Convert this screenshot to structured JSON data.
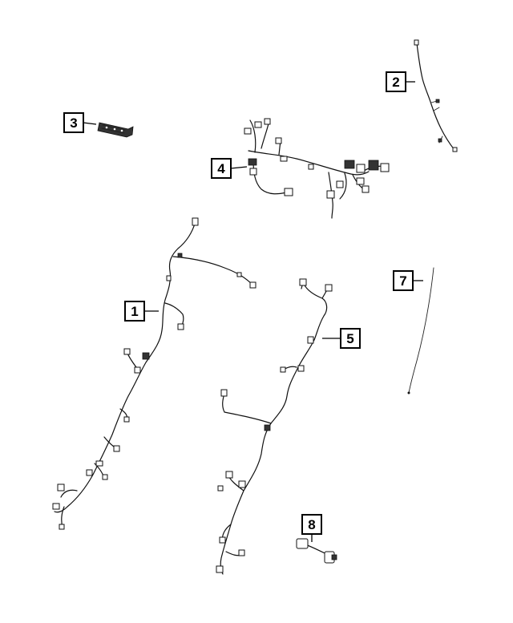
{
  "callouts": [
    {
      "id": "1",
      "label": "1"
    },
    {
      "id": "2",
      "label": "2"
    },
    {
      "id": "3",
      "label": "3"
    },
    {
      "id": "4",
      "label": "4"
    },
    {
      "id": "5",
      "label": "5"
    },
    {
      "id": "7",
      "label": "7"
    },
    {
      "id": "8",
      "label": "8"
    }
  ]
}
